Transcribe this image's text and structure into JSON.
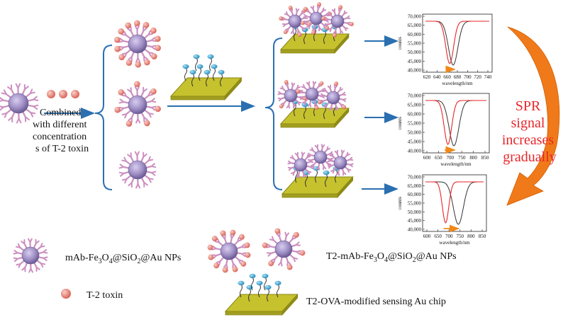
{
  "process_text": [
    "Combined",
    "with different",
    "concentration",
    "s of T-2 toxin"
  ],
  "spr_text": [
    "SPR",
    "signal",
    "increases",
    "gradually"
  ],
  "spectrum": {
    "y_ticks": [
      "70,000",
      "65,000",
      "60,000",
      "55,000",
      "50,000",
      "45,000",
      "40,000"
    ],
    "ylabel": "counts",
    "xlabel": "wavelength/nm",
    "x_ticks_top": [
      "620",
      "640",
      "660",
      "680",
      "700",
      "720",
      "740"
    ],
    "x_ticks": [
      "600",
      "650",
      "700",
      "750",
      "800",
      "850"
    ]
  },
  "legend": {
    "nanoparticle": [
      "mAb-Fe",
      "3",
      "O",
      "4",
      "@SiO",
      "2",
      "@Au NPs"
    ],
    "toxin": "T-2 toxin",
    "toxin_nanoparticle": [
      "T2-mAb-Fe",
      "3",
      "O",
      "4",
      "@SiO",
      "2",
      "@Au NPs"
    ],
    "chip": "T2-OVA-modified sensing Au chip"
  },
  "colors": {
    "arrow_blue": "#2a6fb0",
    "particle_purple": "#9f8fc4",
    "antibody_pink": "#cc8fc0",
    "toxin_salmon": "#e8837a",
    "chip_yellow": "#c6c22e",
    "receptor_blue": "#3fa9d6",
    "spr_red": "#e8262a",
    "curved_arrow": "#f07a1a"
  }
}
